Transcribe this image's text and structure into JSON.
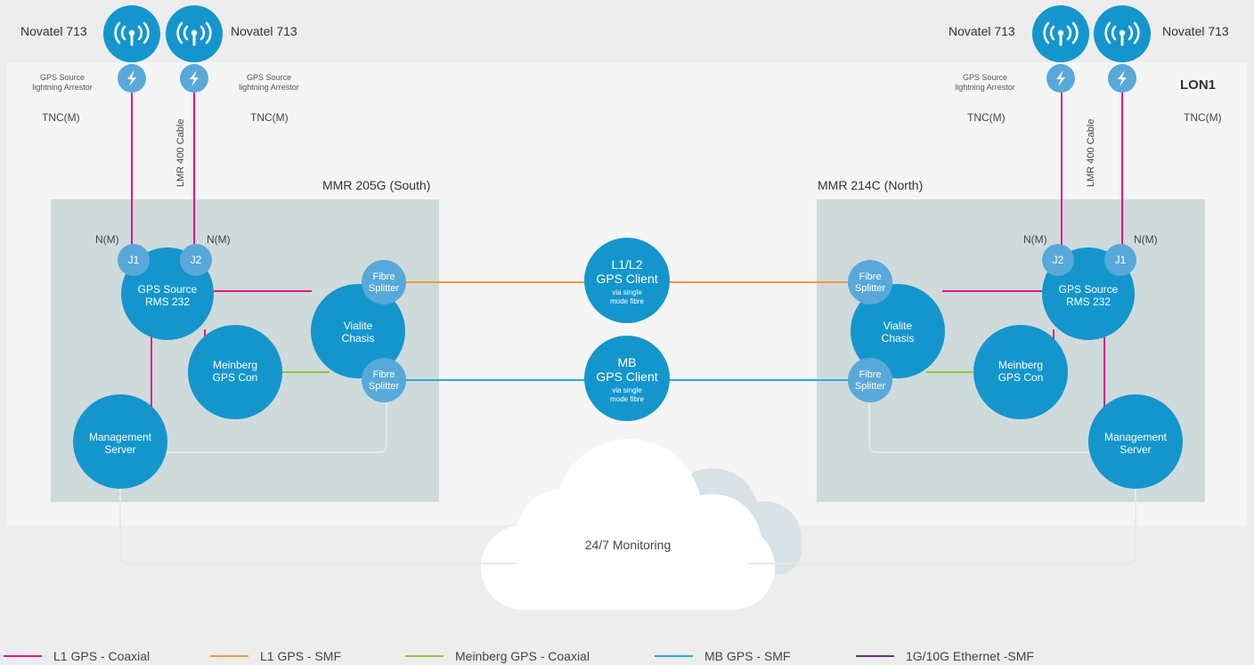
{
  "site_label": "LON1",
  "antennas": {
    "left_1": "Novatel 713",
    "left_2": "Novatel 713",
    "right_1": "Novatel 713",
    "right_2": "Novatel 713"
  },
  "arrestor_label_line1": "GPS Source",
  "arrestor_label_line2": "lightning Arrestor",
  "connector_tnc": "TNC(M)",
  "connector_n": "N(M)",
  "cable_label": "LMR 400 Cable",
  "rooms": {
    "south": "MMR 205G (South)",
    "north": "MMR 214C (North)"
  },
  "nodes": {
    "j1": "J1",
    "j2": "J2",
    "gps_source_line1": "GPS Source",
    "gps_source_line2": "RMS 232",
    "vialite_line1": "Vialite",
    "vialite_line2": "Chasis",
    "meinberg_line1": "Meinberg",
    "meinberg_line2": "GPS Con",
    "mgmt_line1": "Management",
    "mgmt_line2": "Server",
    "splitter_line1": "Fibre",
    "splitter_line2": "Splitter"
  },
  "clients": {
    "l1l2_line1": "L1/L2",
    "l1l2_line2": "GPS Client",
    "mb_line1": "MB",
    "mb_line2": "GPS Client",
    "via_line1": "via single",
    "via_line2": "mode fibre"
  },
  "cloud_label": "24/7 Monitoring",
  "legend": [
    {
      "label": "L1 GPS - Coaxial",
      "color": "#e5177e"
    },
    {
      "label": "L1 GPS - SMF",
      "color": "#f29a38"
    },
    {
      "label": "Meinberg GPS - Coaxial",
      "color": "#8cc63f"
    },
    {
      "label": "MB GPS - SMF",
      "color": "#29abe2"
    },
    {
      "label": "1G/10G Ethernet -SMF",
      "color": "#662d91"
    }
  ],
  "colors": {
    "node": "#1496cd",
    "node_light": "#58a9d9",
    "coax": "#e5177e",
    "smf_orange": "#f29a38",
    "meinberg_green": "#8cc63f",
    "mb_blue": "#29abe2",
    "ethernet": "#662d91"
  },
  "icons": {
    "antenna": "antenna-signal-icon",
    "arrestor": "lightning-icon"
  }
}
